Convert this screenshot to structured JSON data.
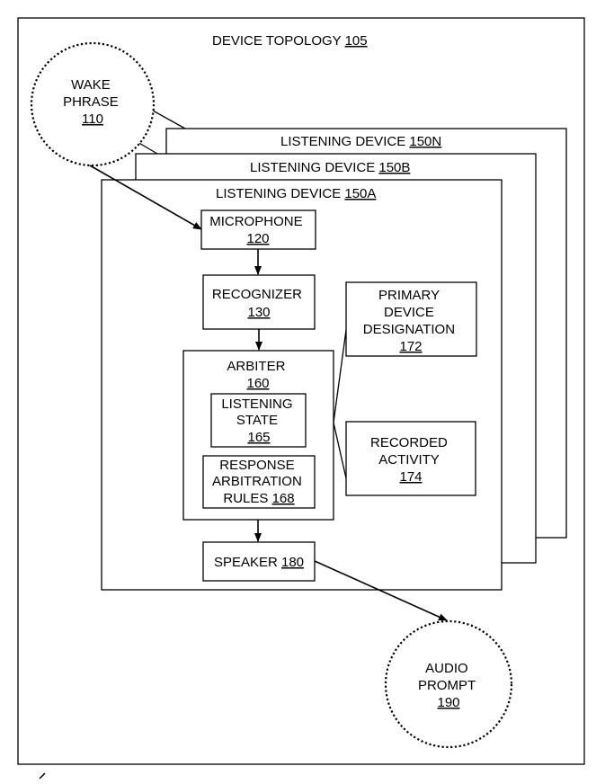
{
  "diagram": {
    "topology": {
      "label": "DEVICE TOPOLOGY",
      "ref": "105"
    },
    "wake_phrase": {
      "line1": "WAKE",
      "line2": "PHRASE",
      "ref": "110"
    },
    "device_n": {
      "label": "LISTENING DEVICE",
      "ref": "150N"
    },
    "device_b": {
      "label": "LISTENING DEVICE",
      "ref": "150B"
    },
    "device_a": {
      "label": "LISTENING DEVICE",
      "ref": "150A"
    },
    "microphone": {
      "label": "MICROPHONE",
      "ref": "120"
    },
    "recognizer": {
      "label": "RECOGNIZER",
      "ref": "130"
    },
    "arbiter": {
      "label": "ARBITER",
      "ref": "160"
    },
    "listening_state": {
      "line1": "LISTENING",
      "line2": "STATE",
      "ref": "165"
    },
    "response_rules": {
      "line1": "RESPONSE",
      "line2": "ARBITRATION",
      "line3": "RULES",
      "ref": "168"
    },
    "speaker": {
      "label": "SPEAKER",
      "ref": "180"
    },
    "primary_designation": {
      "line1": "PRIMARY",
      "line2": "DEVICE",
      "line3": "DESIGNATION",
      "ref": "172"
    },
    "recorded_activity": {
      "line1": "RECORDED",
      "line2": "ACTIVITY",
      "ref": "174"
    },
    "audio_prompt": {
      "line1": "AUDIO",
      "line2": "PROMPT",
      "ref": "190"
    }
  }
}
